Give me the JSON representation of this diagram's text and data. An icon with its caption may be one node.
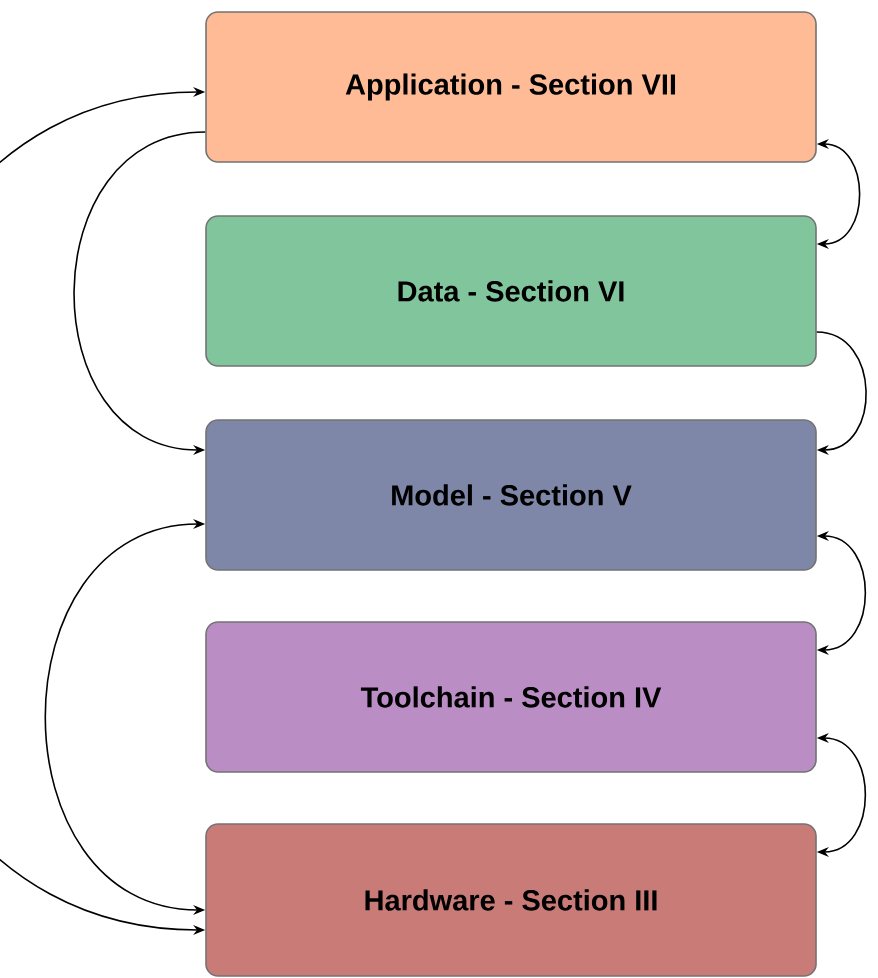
{
  "diagram": {
    "nodes": [
      {
        "text": [
          "Application - Section VII"
        ]
      },
      {
        "text": [
          "Data - Section VI"
        ]
      },
      {
        "text": [
          "Model - Section V"
        ]
      },
      {
        "text": [
          "Toolchain - Section IV"
        ]
      },
      {
        "text": [
          "Hardware - Section III"
        ]
      }
    ],
    "edges": [
      {
        "from": 0,
        "to": 4,
        "arrow": "both"
      },
      {
        "from": 0,
        "to": 2,
        "arrow": "to"
      },
      {
        "from": 2,
        "to": 4,
        "arrow": "both"
      },
      {
        "from": 0,
        "to": 1,
        "arrow": "both"
      },
      {
        "from": 1,
        "to": 2,
        "arrow": "to"
      },
      {
        "from": 2,
        "to": 3,
        "arrow": "both"
      },
      {
        "from": 3,
        "to": 4,
        "arrow": "both"
      }
    ]
  }
}
